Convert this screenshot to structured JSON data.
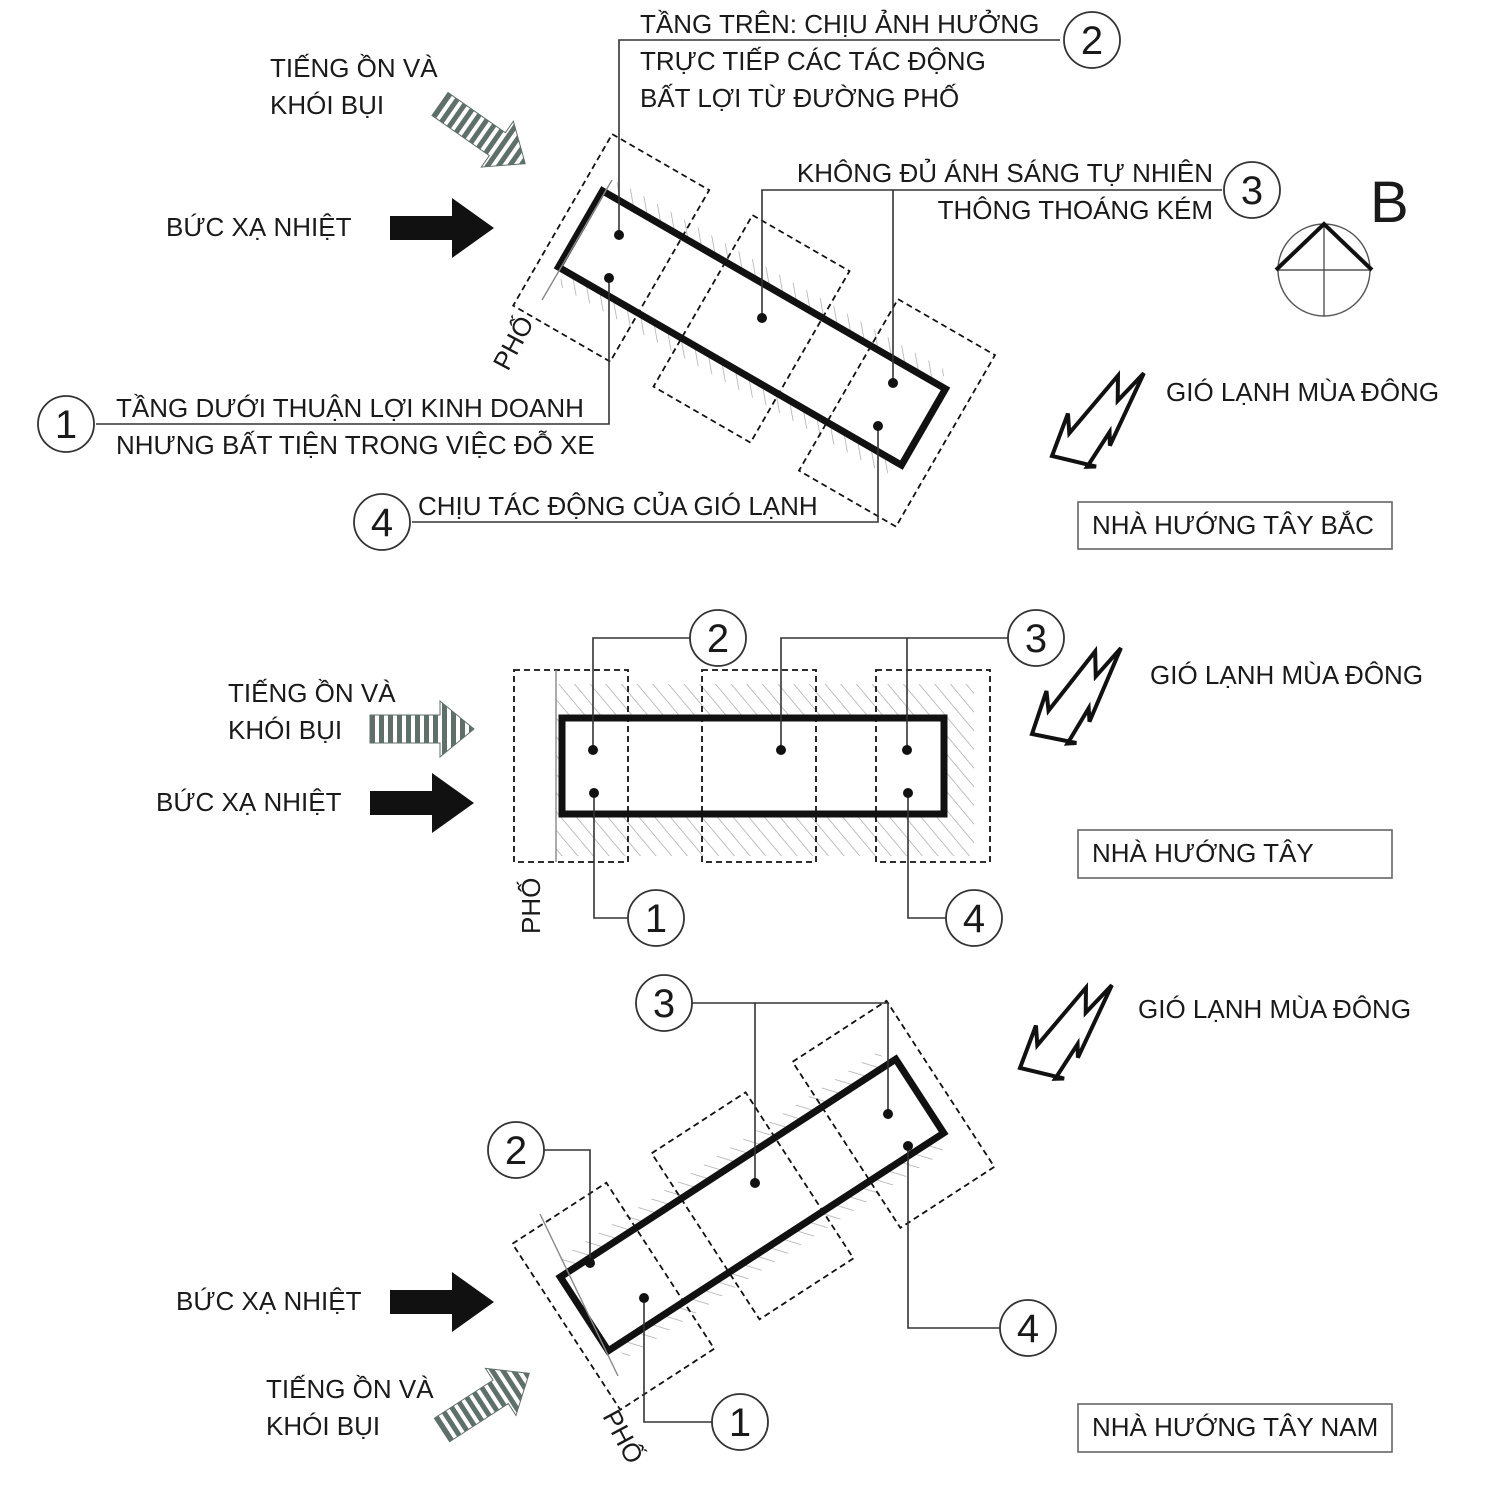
{
  "colors": {
    "ink": "#111111",
    "hatch": "#9a9a9a",
    "arrow_grey": "#5f6f6a"
  },
  "icons": {
    "noise": "striped-arrow-icon",
    "heat": "solid-arrow-icon",
    "wind": "outline-lightning-arrow-icon",
    "north": "north-compass-icon"
  },
  "north_label": "B",
  "panels": [
    {
      "id": "nw",
      "orientation_tag": "NHÀ HƯỚNG TÂY BẮC",
      "noise_line1": "TIẾNG ỒN VÀ",
      "noise_line2": "KHÓI BỤI",
      "heat": "BỨC XẠ NHIỆT",
      "wind": "GIÓ LẠNH MÙA ĐÔNG",
      "street": "PHỐ",
      "callouts": [
        {
          "num": "1",
          "lines": [
            "TẦNG DƯỚI THUẬN LỢI KINH DOANH",
            "NHƯNG BẤT TIỆN TRONG VIỆC ĐỖ XE"
          ]
        },
        {
          "num": "2",
          "lines": [
            "TẦNG TRÊN: CHỊU ẢNH HƯỞNG",
            "TRỰC TIẾP CÁC TÁC ĐỘNG",
            "BẤT LỢI TỪ ĐƯỜNG PHỐ"
          ]
        },
        {
          "num": "3",
          "lines": [
            "KHÔNG ĐỦ ÁNH SÁNG TỰ NHIÊN",
            "THÔNG THOÁNG KÉM"
          ]
        },
        {
          "num": "4",
          "lines": [
            "CHỊU TÁC ĐỘNG CỦA GIÓ LẠNH"
          ]
        }
      ]
    },
    {
      "id": "w",
      "orientation_tag": "NHÀ HƯỚNG TÂY",
      "noise_line1": "TIẾNG ỒN VÀ",
      "noise_line2": "KHÓI BỤI",
      "heat": "BỨC XẠ NHIỆT",
      "wind": "GIÓ LẠNH MÙA ĐÔNG",
      "street": "PHỐ",
      "callouts": [
        {
          "num": "1"
        },
        {
          "num": "2"
        },
        {
          "num": "3"
        },
        {
          "num": "4"
        }
      ]
    },
    {
      "id": "sw",
      "orientation_tag": "NHÀ HƯỚNG TÂY NAM",
      "noise_line1": "TIẾNG ỒN VÀ",
      "noise_line2": "KHÓI BỤI",
      "heat": "BỨC XẠ NHIỆT",
      "wind": "GIÓ LẠNH MÙA ĐÔNG",
      "street": "PHỐ",
      "callouts": [
        {
          "num": "1"
        },
        {
          "num": "2"
        },
        {
          "num": "3"
        },
        {
          "num": "4"
        }
      ]
    }
  ]
}
